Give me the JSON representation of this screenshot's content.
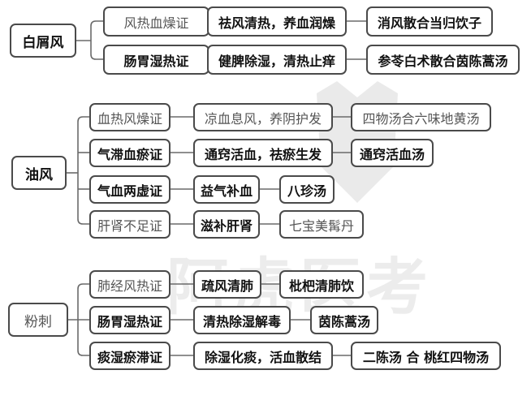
{
  "groups": [
    {
      "root": "白屑风",
      "rows": [
        {
          "pattern": "风热血燥证",
          "method": "祛风清热，养血润燥",
          "formula": "消风散合当归饮子"
        },
        {
          "pattern": "肠胃湿热证",
          "method": "健脾除湿，清热止痒",
          "formula": "参苓白术散合茵陈蒿汤"
        }
      ]
    },
    {
      "root": "油风",
      "rows": [
        {
          "pattern": "血热风燥证",
          "method": "凉血息风，养阴护发",
          "formula": "四物汤合六味地黄汤"
        },
        {
          "pattern": "气滞血瘀证",
          "method": "通窍活血，祛瘀生发",
          "formula": "通窍活血汤"
        },
        {
          "pattern": "气血两虚证",
          "method": "益气补血",
          "formula": "八珍汤"
        },
        {
          "pattern": "肝肾不足证",
          "method": "滋补肝肾",
          "formula": "七宝美髯丹"
        }
      ]
    },
    {
      "root": "粉刺",
      "rows": [
        {
          "pattern": "肺经风热证",
          "method": "疏风清肺",
          "formula": "枇杷清肺饮"
        },
        {
          "pattern": "肠胃湿热证",
          "method": "清热除湿解毒",
          "formula": "茵陈蒿汤"
        },
        {
          "pattern": "痰湿瘀滞证",
          "method": "除湿化痰，活血散结",
          "formula": "二陈汤 合 桃红四物汤"
        }
      ]
    }
  ],
  "watermark": "阿虎医考"
}
